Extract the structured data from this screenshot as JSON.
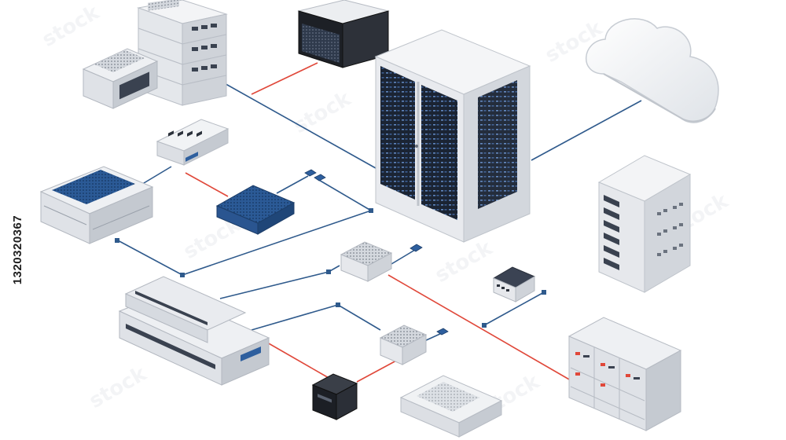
{
  "side_text": "1320320367",
  "palette": {
    "link_blue": "#2f5a8c",
    "link_red": "#e0483a",
    "device_light": "#eceef1",
    "device_mid": "#c9cdd3",
    "device_dark": "#8d939b",
    "accent_blue": "#2e5f9e",
    "rack_dark": "#1f2a3a"
  },
  "devices": [
    {
      "id": "server-stack",
      "icon": "stacked-servers-icon"
    },
    {
      "id": "small-storage-unit",
      "icon": "storage-box-icon"
    },
    {
      "id": "black-nas-box",
      "icon": "nas-icon"
    },
    {
      "id": "main-server-rack",
      "icon": "rack-cabinet-icon"
    },
    {
      "id": "cloud",
      "icon": "cloud-icon"
    },
    {
      "id": "network-switch-small",
      "icon": "switch-icon"
    },
    {
      "id": "flat-router",
      "icon": "router-icon"
    },
    {
      "id": "blue-modem",
      "icon": "modem-icon"
    },
    {
      "id": "tower-server",
      "icon": "tower-server-icon"
    },
    {
      "id": "white-appliance",
      "icon": "appliance-icon"
    },
    {
      "id": "compact-hub",
      "icon": "hub-icon"
    },
    {
      "id": "rack-switch-stack",
      "icon": "rack-switch-icon"
    },
    {
      "id": "mini-router",
      "icon": "mini-router-icon"
    },
    {
      "id": "black-cube",
      "icon": "cube-pc-icon"
    },
    {
      "id": "flat-box",
      "icon": "flat-box-icon"
    },
    {
      "id": "storage-array",
      "icon": "storage-array-icon"
    }
  ]
}
